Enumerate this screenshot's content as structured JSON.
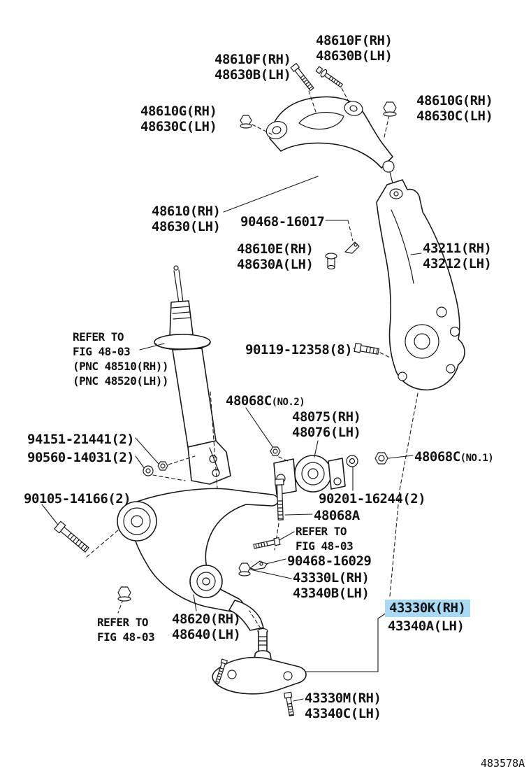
{
  "figure": {
    "code": "483578A"
  },
  "colors": {
    "highlight": "#a8d9f5",
    "line": "#1a1a1a",
    "background": "#ffffff"
  },
  "labels": [
    {
      "name": "48610f-48630b-a",
      "text": "48610F(RH)\n48630B(LH)"
    },
    {
      "name": "48610f-48630b-b",
      "text": "48610F(RH)\n48630B(LH)"
    },
    {
      "name": "48610g-48630c-a",
      "text": "48610G(RH)\n48630C(LH)"
    },
    {
      "name": "48610g-48630c-b",
      "text": "48610G(RH)\n48630C(LH)"
    },
    {
      "name": "48610-48630",
      "text": "48610(RH)\n48630(LH)"
    },
    {
      "name": "90468-16017",
      "text": "90468-16017"
    },
    {
      "name": "48610e-48630a",
      "text": "48610E(RH)\n48630A(LH)"
    },
    {
      "name": "43211-43212",
      "text": "43211(RH)\n43212(LH)"
    },
    {
      "name": "refer-strut",
      "text": "REFER TO\nFIG 48-03\n(PNC 48510(RH))\n(PNC 48520(LH))"
    },
    {
      "name": "90119-12358",
      "text": "90119-12358(8)"
    },
    {
      "name": "48068c-no2",
      "main": "48068C",
      "suffix": "(NO.2)"
    },
    {
      "name": "48075-48076",
      "text": "48075(RH)\n48076(LH)"
    },
    {
      "name": "94151-21441",
      "text": "94151-21441(2)"
    },
    {
      "name": "90560-14031",
      "text": "90560-14031(2)"
    },
    {
      "name": "48068c-no1",
      "main": "48068C",
      "suffix": "(NO.1)"
    },
    {
      "name": "90201-16244",
      "text": "90201-16244(2)"
    },
    {
      "name": "48068a",
      "text": "48068A"
    },
    {
      "name": "90105-14166",
      "text": "90105-14166(2)"
    },
    {
      "name": "refer-bolt",
      "text": "REFER TO\nFIG 48-03"
    },
    {
      "name": "90468-16029",
      "text": "90468-16029"
    },
    {
      "name": "43330l-43340b",
      "text": "43330L(RH)\n43340B(LH)"
    },
    {
      "name": "43330k",
      "text": "43330K(RH)",
      "highlighted": true
    },
    {
      "name": "43340a",
      "text": "43340A(LH)"
    },
    {
      "name": "refer-nut",
      "text": "REFER TO\nFIG 48-03"
    },
    {
      "name": "48620-48640",
      "text": "48620(RH)\n48640(LH)"
    },
    {
      "name": "43330m-43340c",
      "text": "43330M(RH)\n43340C(LH)"
    }
  ]
}
